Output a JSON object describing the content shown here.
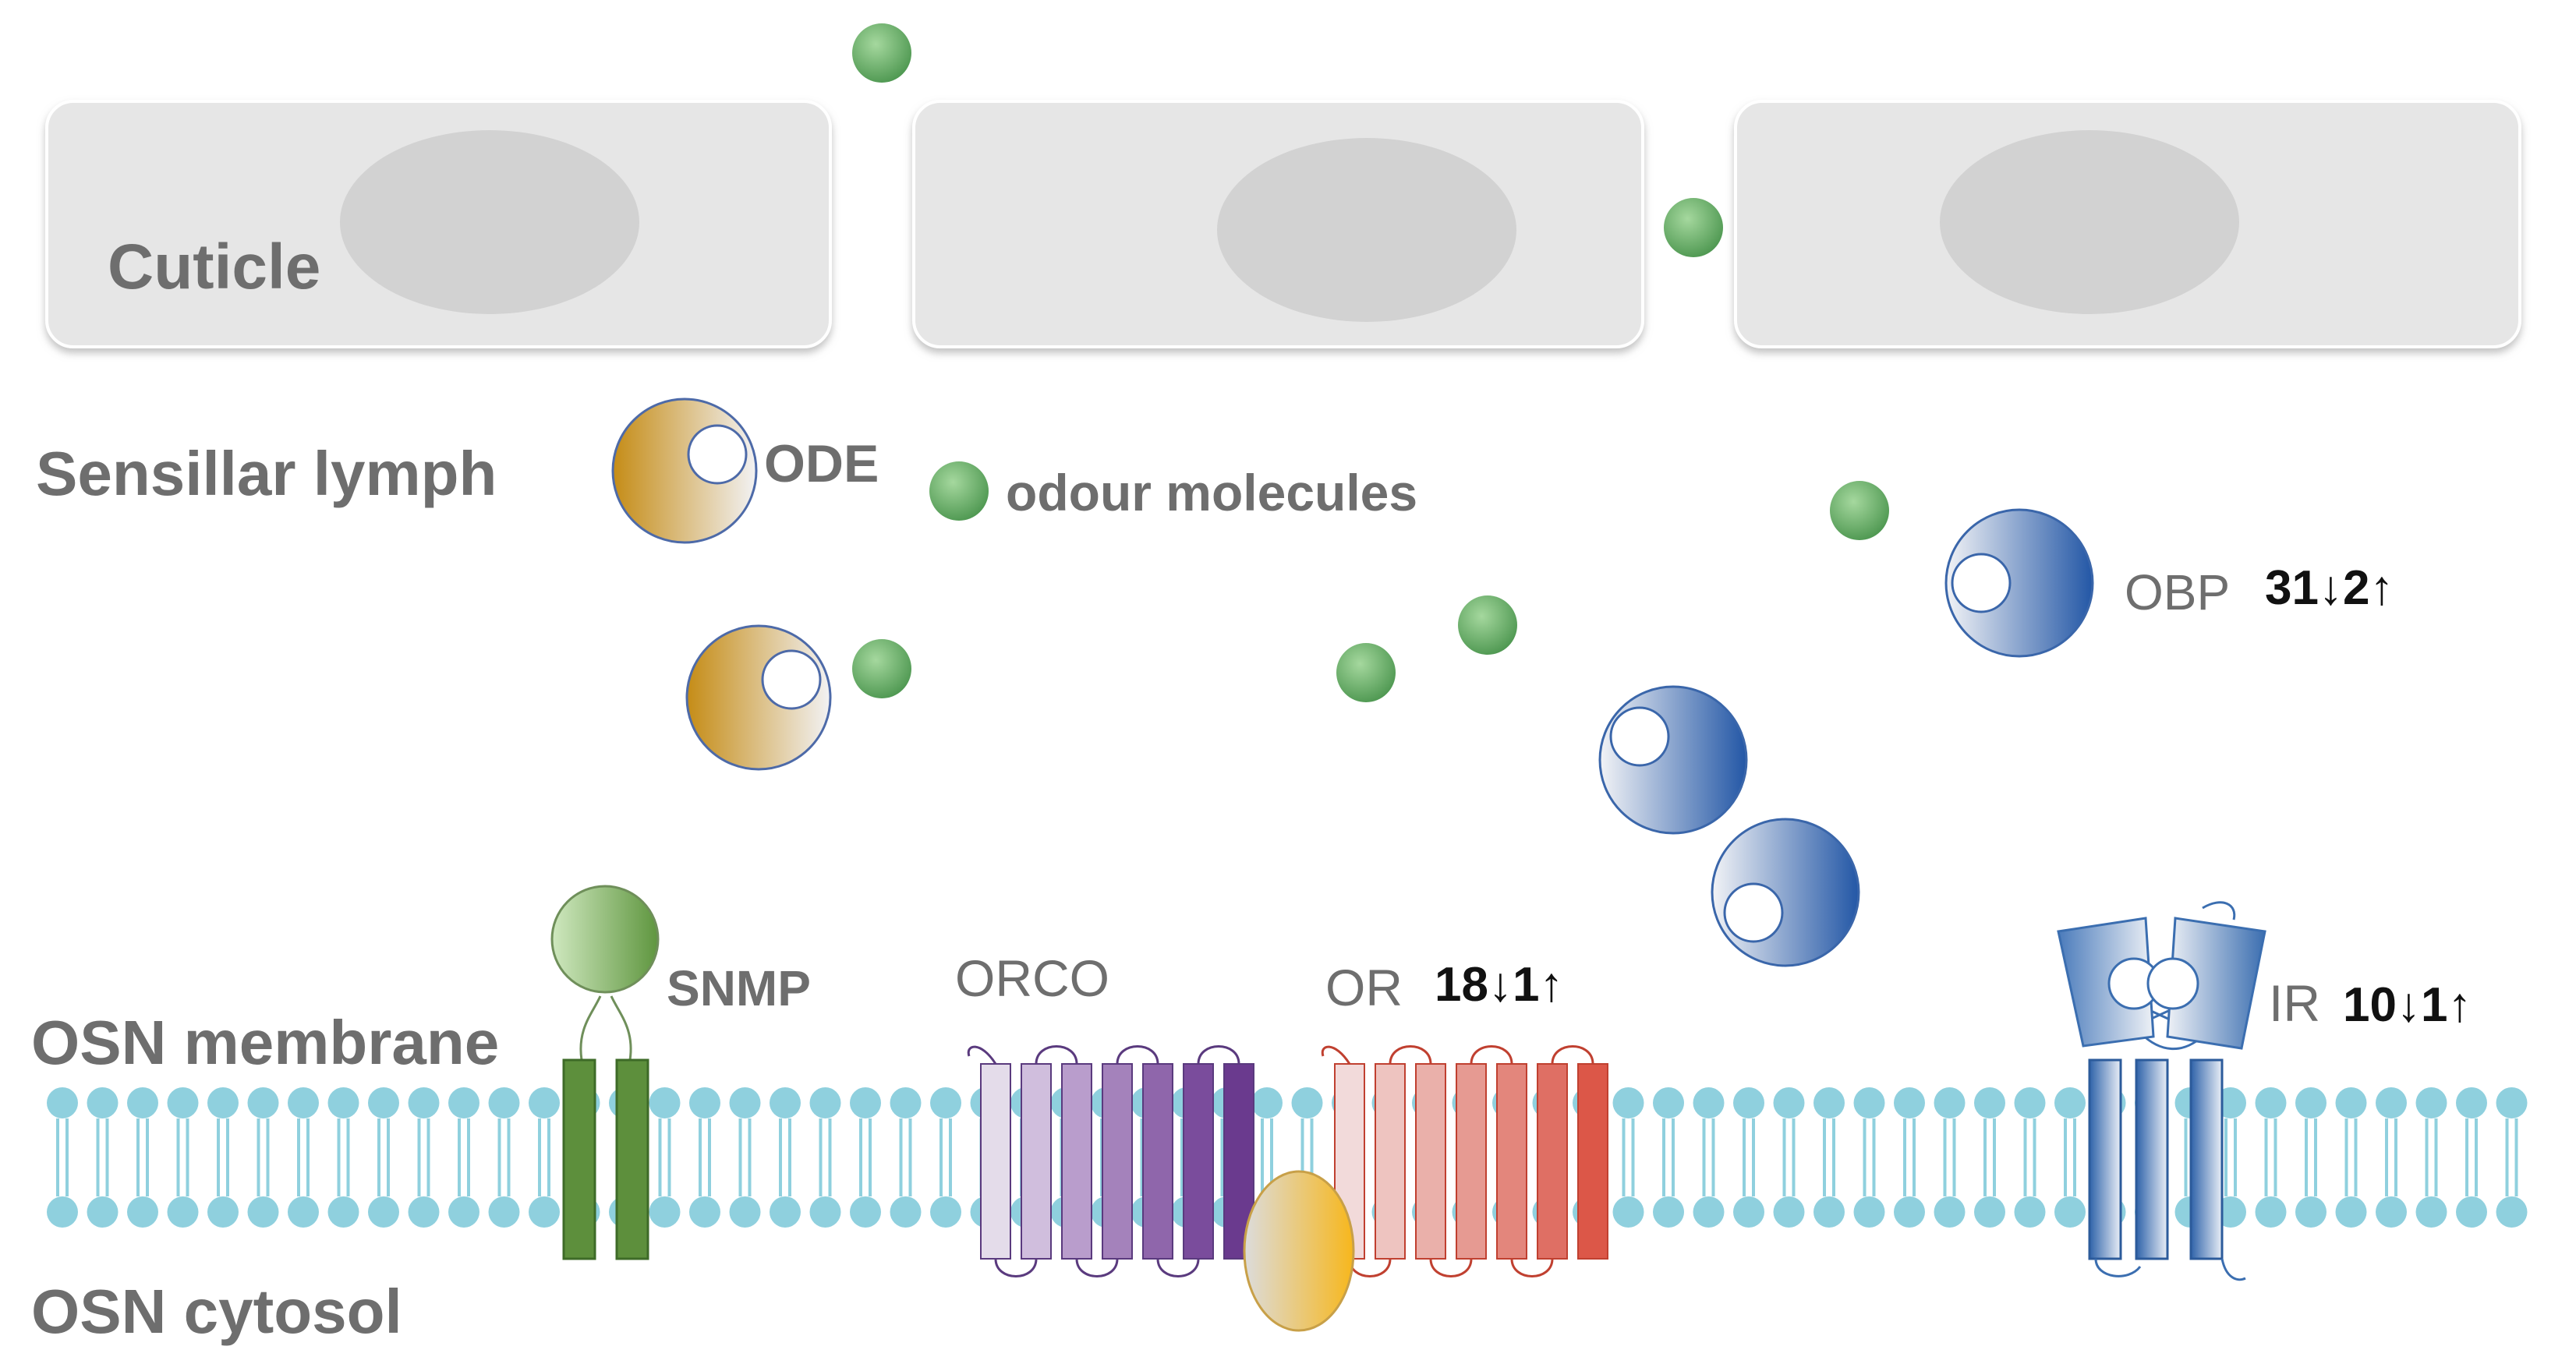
{
  "labels": {
    "cuticle": "Cuticle",
    "sensillar_lymph": "Sensillar lymph",
    "osn_membrane": "OSN membrane",
    "osn_cytosol": "OSN cytosol",
    "ode": "ODE",
    "odour_molecules": "odour molecules",
    "obp": "OBP",
    "snmp": "SNMP",
    "orco": "ORCO",
    "or": "OR",
    "ir": "IR"
  },
  "counts": {
    "obp": "31↓2↑",
    "or": "18↓1↑",
    "ir": "10↓1↑"
  },
  "colors": {
    "cuticle_fill": "#e5e5e5",
    "nucleus_fill": "#d2d2d2",
    "odour_green": "#5aa85a",
    "ode_orange": "#c8901c",
    "obp_blue": "#2a5fa8",
    "snmp_green": "#5b8e3c",
    "membrane_cyan": "#8fd0de",
    "orco_purple": "#6a3f92",
    "or_red": "#dc5040",
    "ir_blue": "#3b6eb0",
    "g_protein_yellow": "#f5b824"
  }
}
